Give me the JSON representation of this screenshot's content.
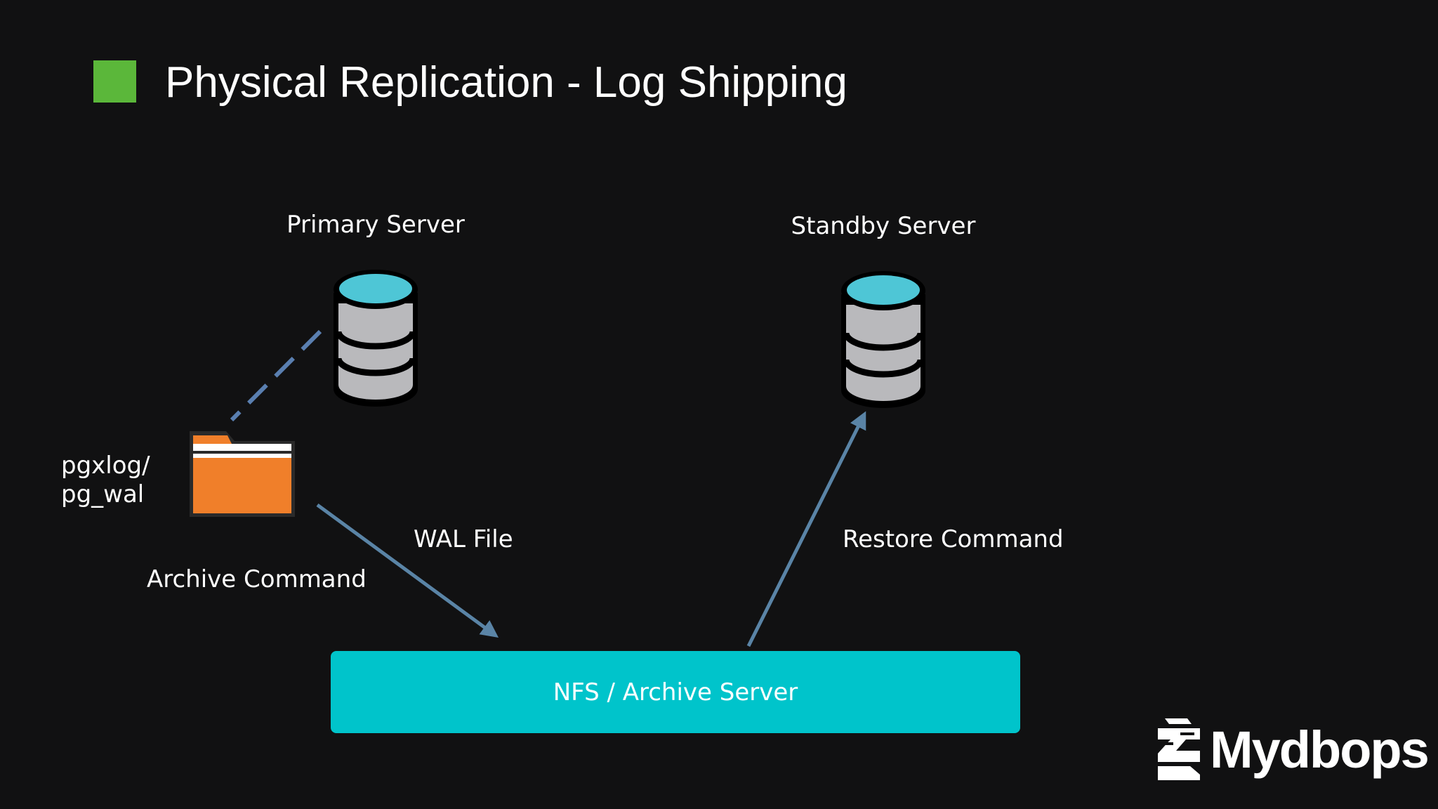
{
  "slide": {
    "title": "Physical Replication - Log Shipping",
    "accent_color": "#5bb73a"
  },
  "nodes": {
    "primary": {
      "label": "Primary Server",
      "icon": "database-icon"
    },
    "standby": {
      "label": "Standby Server",
      "icon": "database-icon"
    },
    "wal_folder": {
      "label_line1": "pgxlog/",
      "label_line2": "pg_wal",
      "icon": "folder-icon",
      "color": "#f07f2a"
    },
    "archive_server": {
      "label": "NFS / Archive Server",
      "color": "#00c4cb"
    }
  },
  "edges": {
    "archive_command": "Archive Command",
    "wal_file": "WAL File",
    "restore_command": "Restore Command",
    "arrow_color": "#5a84a6"
  },
  "logo": {
    "text": "Mydbops",
    "icon": "mydbops-logo-icon"
  }
}
